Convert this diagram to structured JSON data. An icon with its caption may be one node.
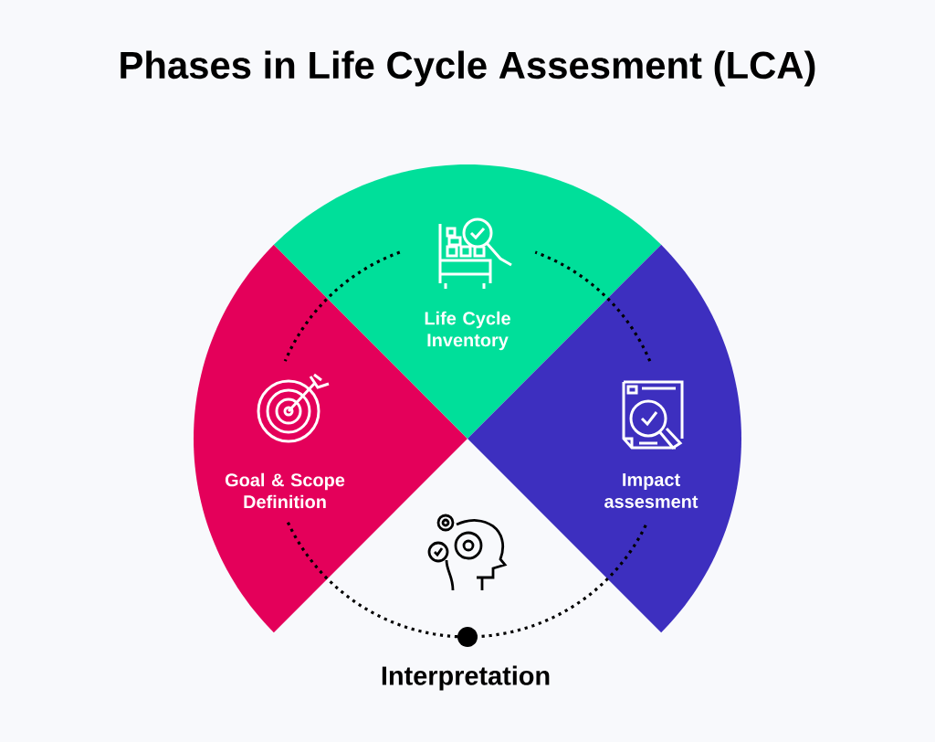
{
  "diagram": {
    "title": "Phases in Life Cycle Assesment (LCA)",
    "nodes": [
      {
        "text": [
          "Goal & Scope Definition"
        ]
      },
      {
        "text": [
          "Life Cycle Inventory"
        ]
      },
      {
        "text": [
          "Impact assesment"
        ]
      },
      {
        "text": [
          "Interpretation"
        ]
      }
    ]
  }
}
